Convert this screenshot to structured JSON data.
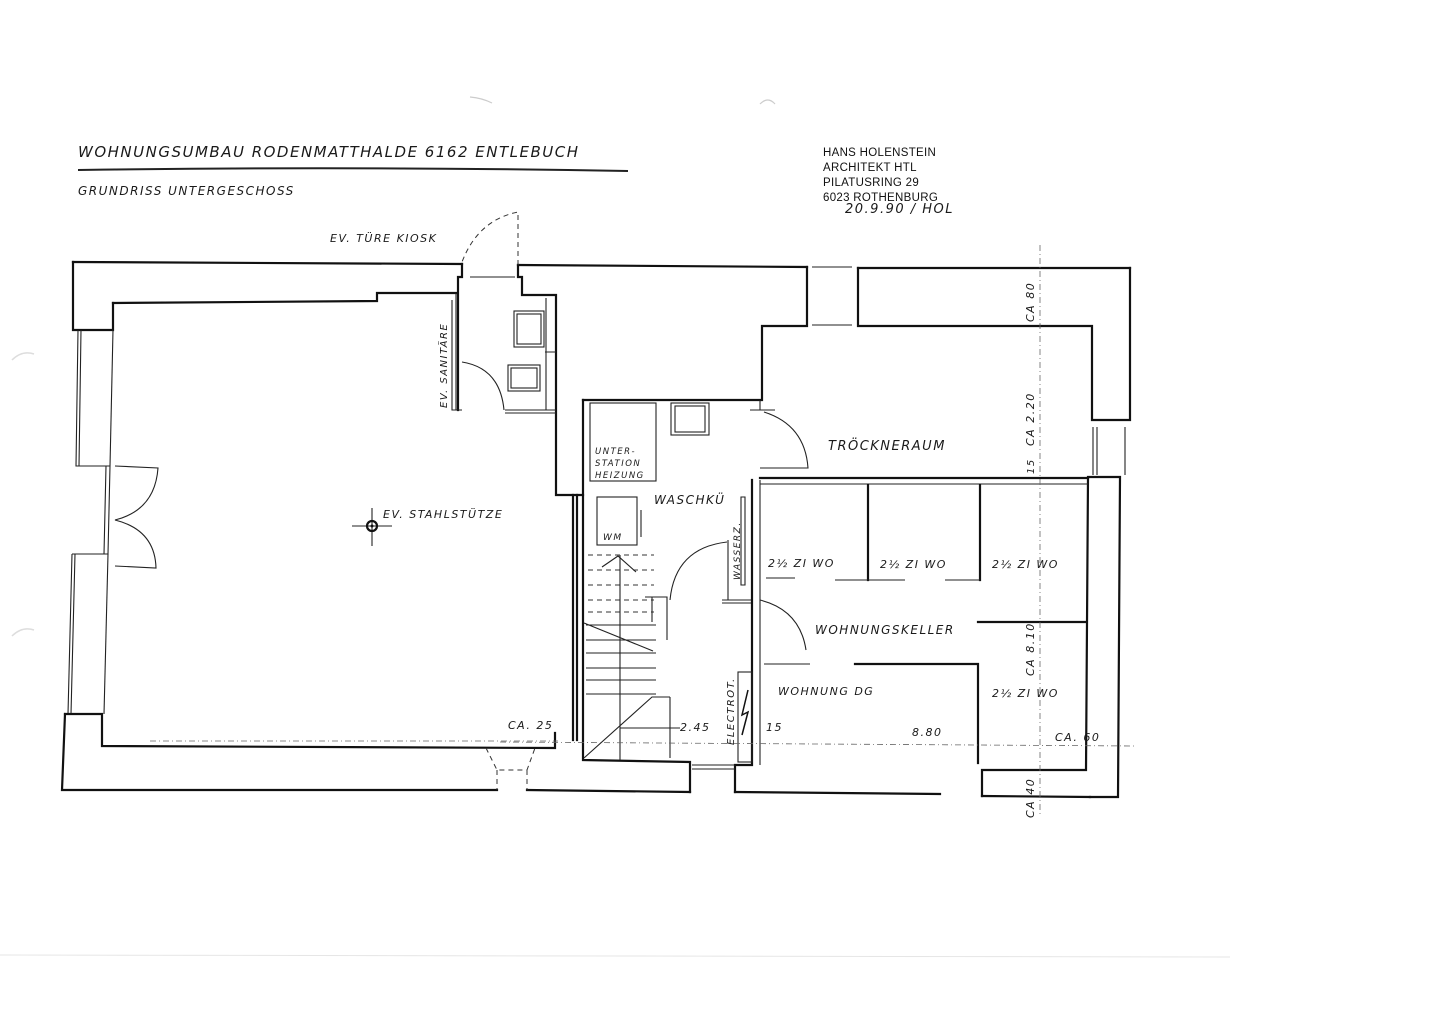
{
  "title_block": {
    "project": "WOHNUNGSUMBAU RODENMATTHALDE 6162 ENTLEBUCH",
    "sheet": "GRUNDRISS UNTERGESCHOSS"
  },
  "architect_stamp": {
    "line1": "HANS HOLENSTEIN",
    "line2": "ARCHITEKT HTL",
    "line3": "PILATUSRING 29",
    "line4": "6023 ROTHENBURG",
    "date_signature": "20.9.90 / HOL"
  },
  "rooms": {
    "ev_tuere_kiosk": "EV. TÜRE KIOSK",
    "ev_sanitaere": "EV. SANITÄRE",
    "ev_stahlstuetze": "EV. STAHLSTÜTZE",
    "unterstation_1": "UNTER-",
    "unterstation_2": "STATION",
    "unterstation_3": "HEIZUNG",
    "wm": "WM",
    "waschkueche": "WASCHKÜ",
    "wasserz": "WASSERZ.",
    "trockenraum": "TRÖCKNERAUM",
    "keller_a": "2½ ZI WO",
    "keller_b": "2½ ZI WO",
    "keller_c": "2½ ZI WO",
    "keller_d": "2½ ZI WO",
    "wohnungskeller": "WOHNUNGSKELLER",
    "wohnung_dg": "WOHNUNG DG",
    "electrot": "ELECTROT."
  },
  "dimensions": {
    "ca_80_top": "CA 80",
    "ca_220": "CA 2.20",
    "d15_right": "15",
    "ca_810": "CA 8.10",
    "ca_40": "CA 40",
    "ca_60": "CA. 60",
    "ca_25": "CA. 25",
    "d245": "2.45",
    "d15_bottom": "15",
    "d880": "8.80"
  },
  "colors": {
    "ink": "#111111",
    "paper": "#ffffff"
  }
}
